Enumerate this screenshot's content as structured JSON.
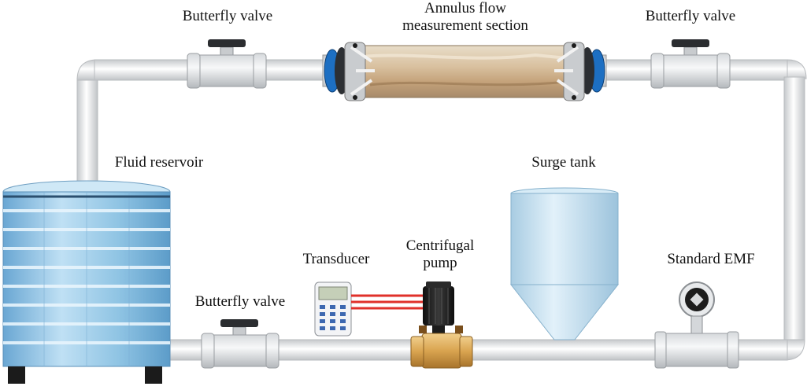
{
  "labels": {
    "valve_top_left": "Butterfly valve",
    "annulus_line1": "Annulus flow",
    "annulus_line2": "measurement section",
    "valve_top_right": "Butterfly valve",
    "fluid_reservoir": "Fluid reservoir",
    "surge_tank": "Surge tank",
    "transducer": "Transducer",
    "pump_line1": "Centrifugal",
    "pump_line2": "pump",
    "standard_emf": "Standard EMF",
    "valve_bottom": "Butterfly valve"
  },
  "colors": {
    "pipe": "#e6e8ea",
    "pipe_edge": "#b9bcbf",
    "reservoir": "#8ec3e3",
    "flange_blue": "#1d6fc2",
    "signal_wire": "#e0302a",
    "pump_body": "#d9a450",
    "motor": "#1b1b1b"
  },
  "icons": [
    "butterfly-valve-icon",
    "annulus-section-icon",
    "fluid-reservoir-icon",
    "surge-tank-icon",
    "transducer-icon",
    "centrifugal-pump-icon",
    "emf-flowmeter-icon"
  ]
}
